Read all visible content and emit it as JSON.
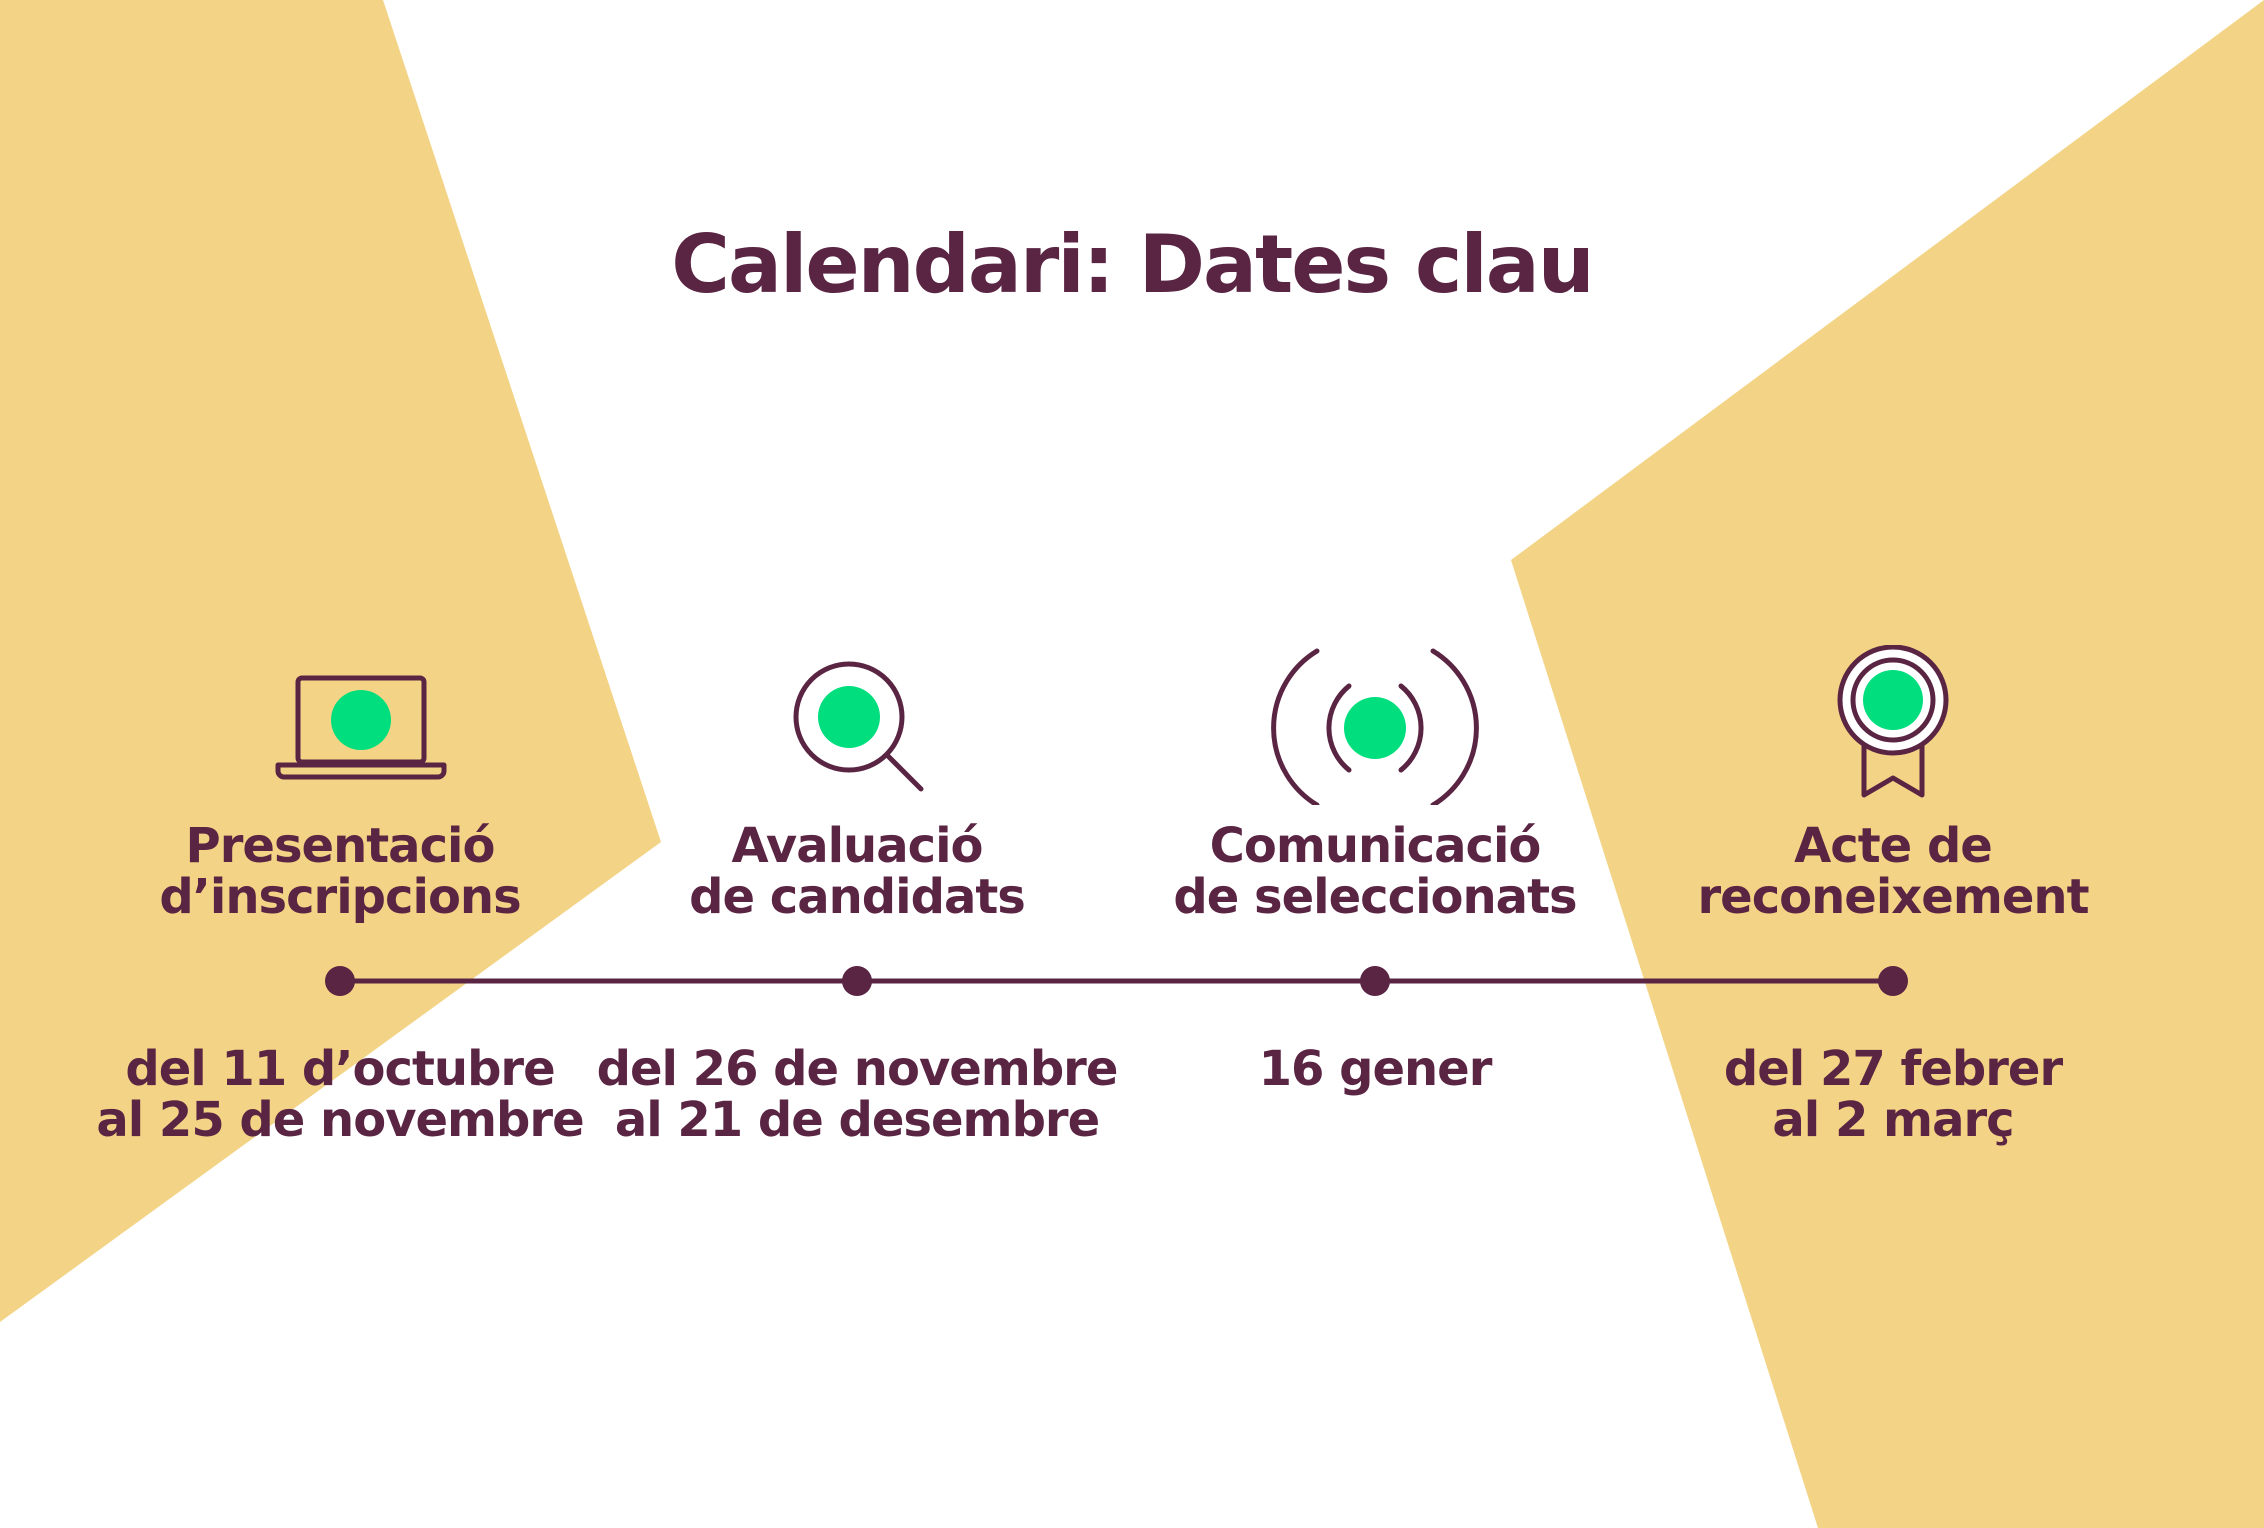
{
  "title": "Calendari: Dates clau",
  "colors": {
    "primary": "#5a2443",
    "accent": "#00de7e",
    "shape": "#f3d486",
    "background": "#ffffff"
  },
  "stages": [
    {
      "icon": "laptop-icon",
      "name": [
        "Presentació",
        "d’inscripcions"
      ],
      "date": [
        "del 11 d’octubre",
        "al 25 de novembre"
      ]
    },
    {
      "icon": "magnifier-icon",
      "name": [
        "Avaluació",
        "de candidats"
      ],
      "date": [
        "del 26 de novembre",
        "al 21 de desembre"
      ]
    },
    {
      "icon": "broadcast-icon",
      "name": [
        "Comunicació",
        "de seleccionats"
      ],
      "date": [
        "16 gener"
      ]
    },
    {
      "icon": "award-icon",
      "name": [
        "Acte de",
        "reconeixement"
      ],
      "date": [
        "del 27 febrer",
        "al 2 març"
      ]
    }
  ]
}
